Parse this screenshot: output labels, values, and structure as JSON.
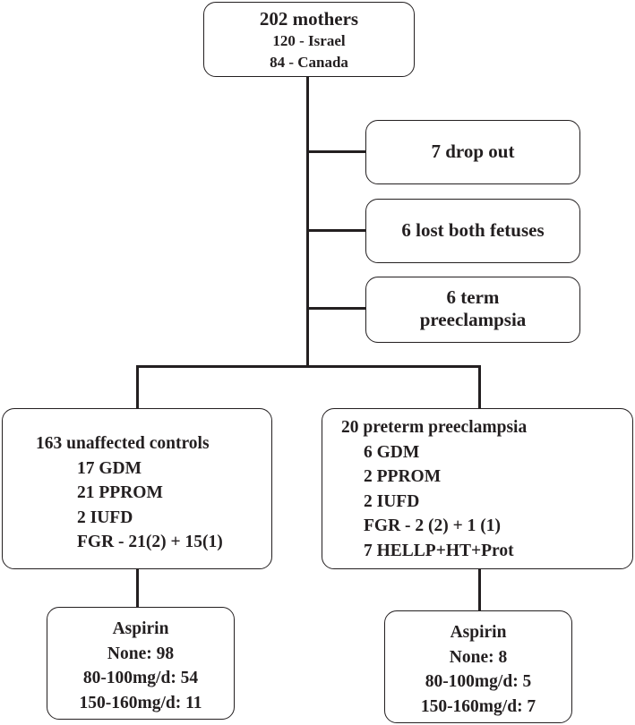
{
  "top": {
    "title": "202 mothers",
    "lines": [
      "120 - Israel",
      "84 - Canada"
    ]
  },
  "exclusions": [
    {
      "label": "7 drop out"
    },
    {
      "label": "6 lost both fetuses"
    },
    {
      "label": "6 term preeclampsia",
      "lines": [
        "6 term",
        "preeclampsia"
      ]
    }
  ],
  "groups": [
    {
      "title": "163 unaffected controls",
      "items": [
        "17 GDM",
        "21 PPROM",
        "2 IUFD",
        "FGR - 21(2) + 15(1)"
      ],
      "aspirin": {
        "title": "Aspirin",
        "lines": [
          "None: 98",
          "80-100mg/d: 54",
          "150-160mg/d: 11"
        ]
      }
    },
    {
      "title": "20 preterm preeclampsia",
      "items": [
        "6 GDM",
        "2 PPROM",
        "2 IUFD",
        "FGR - 2 (2) + 1 (1)",
        "7 HELLP+HT+Prot"
      ],
      "aspirin": {
        "title": "Aspirin",
        "lines": [
          "None: 8",
          "80-100mg/d: 5",
          "150-160mg/d: 7"
        ]
      }
    }
  ]
}
